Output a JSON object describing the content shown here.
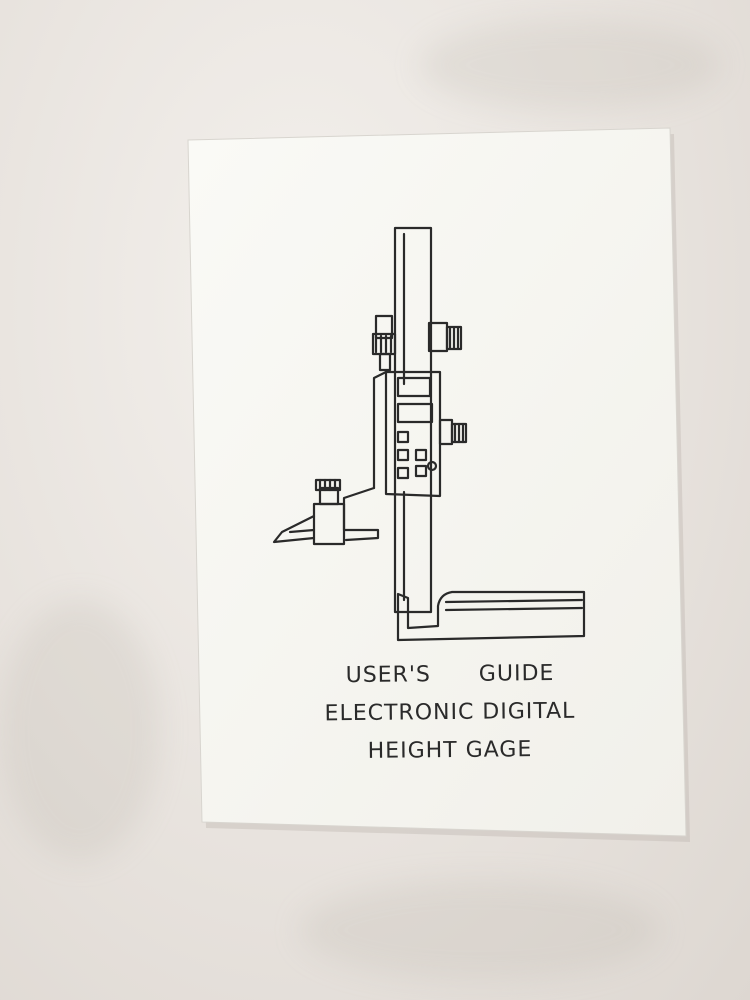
{
  "booklet": {
    "title_line1": "USER'S      GUIDE",
    "title_line2": "ELECTRONIC DIGITAL",
    "title_line3": "HEIGHT GAGE"
  },
  "icons": {
    "illustration": "height-gauge-icon"
  },
  "colors": {
    "background": "#e8e3de",
    "booklet_paper": "#f7f6f1",
    "line_art": "#2a2a2a"
  }
}
